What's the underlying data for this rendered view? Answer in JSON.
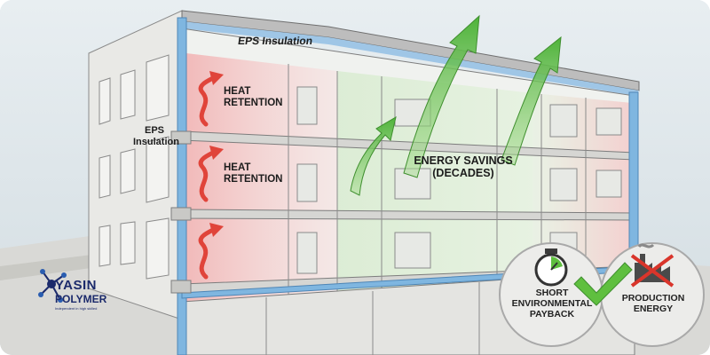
{
  "labels": {
    "eps_top": "EPS Insulation",
    "eps_side": "EPS Insulation",
    "heat_retention": [
      "HEAT RETENTION",
      "HEAT RETENTION",
      ""
    ],
    "energy_savings": "ENERGY SAVINGS (DECADES)"
  },
  "badges": {
    "short_payback": "SHORT ENVIRONMENTAL PAYBACK",
    "production_energy": "PRODUCTION ENERGY"
  },
  "logo": {
    "line1": "YASIN",
    "line2": "POLYMER",
    "tagline": "Independent in high skilled"
  },
  "colors": {
    "eps_blue": "#7fb6e0",
    "heat_red": "#e0443a",
    "savings_green": "#5fbf3f",
    "logo_navy": "#1b2a6b"
  }
}
